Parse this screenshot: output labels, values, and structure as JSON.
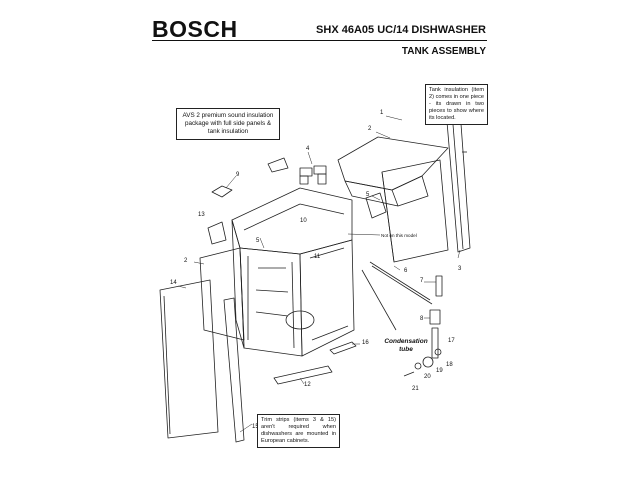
{
  "header": {
    "brand": "BOSCH",
    "model": "SHX 46A05 UC/14 DISHWASHER",
    "section": "TANK ASSEMBLY"
  },
  "notes": {
    "avs": "AVS 2 premium sound insulation package with full side panels & tank insulation",
    "tank_insulation": "Tank insulation (item 2) comes in one piece - its drawn in two pieces to show where its located.",
    "trim_strips": "Trim strips (items 3 & 15) aren't required when dishwashers are mounted in European cabinets."
  },
  "annotations": {
    "not_on_model": "Not on this model",
    "condensation_tube": "Condensation tube"
  },
  "part_numbers": [
    "1",
    "2",
    "2",
    "3",
    "4",
    "5",
    "5",
    "6",
    "7",
    "8",
    "9",
    "10",
    "11",
    "12",
    "13",
    "14",
    "15",
    "16",
    "17",
    "18",
    "19",
    "20",
    "21"
  ]
}
